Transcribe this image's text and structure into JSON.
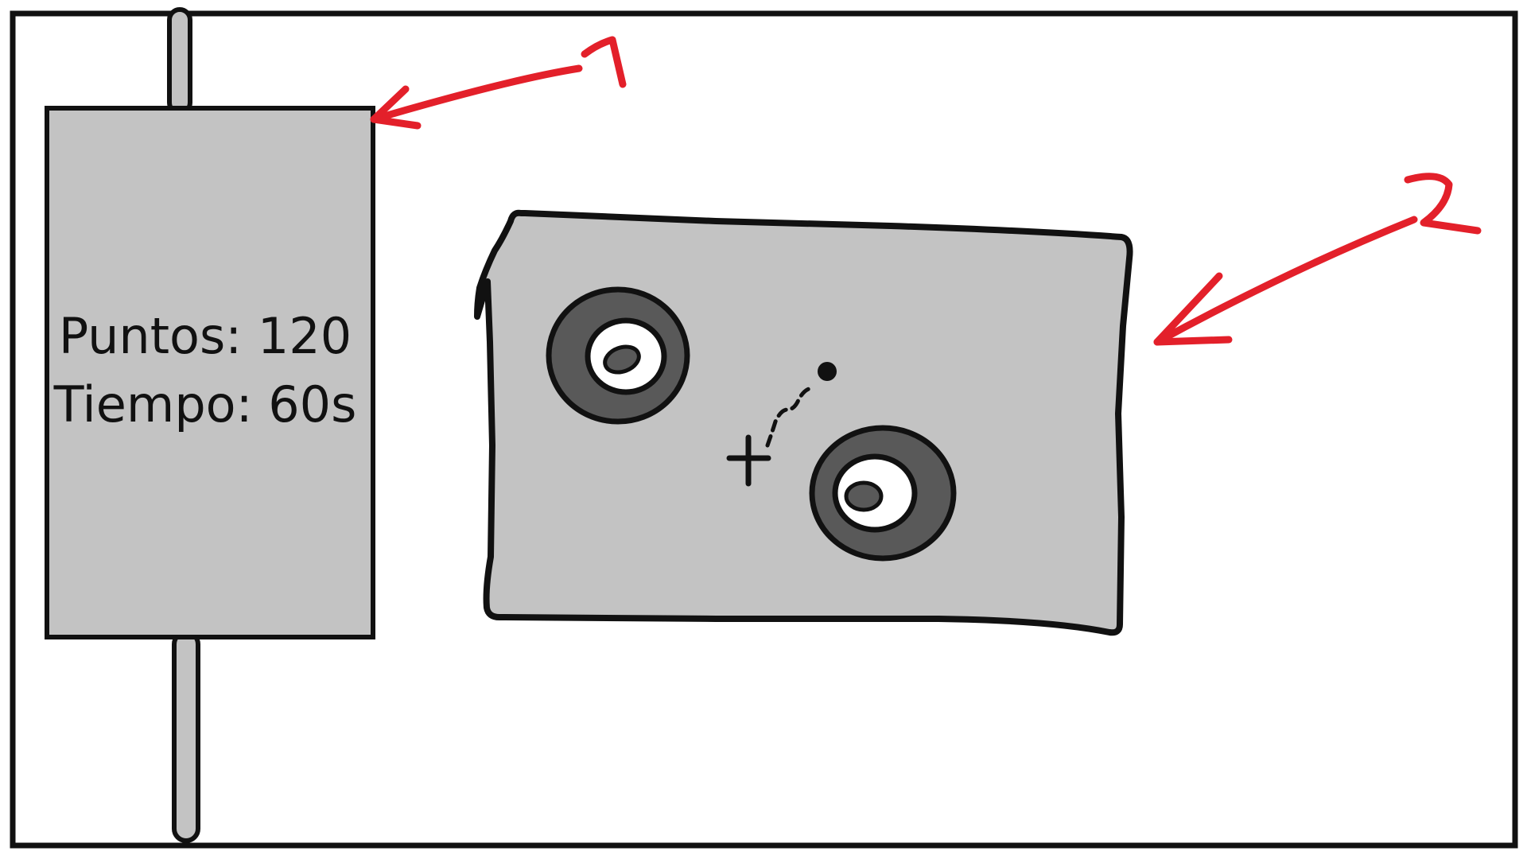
{
  "hud": {
    "score_label": "Puntos: 120",
    "time_label": "Tiempo: 60s"
  },
  "annotations": {
    "marker_1": "1",
    "marker_2": "2"
  },
  "colors": {
    "frame": "#111111",
    "panel_fill": "#c3c3c3",
    "target_outer": "#595959",
    "target_center": "#ffffff",
    "annotation": "#e3202a"
  },
  "icons": {
    "targets": [
      "target-icon",
      "target-icon"
    ],
    "crosshair": "crosshair-icon",
    "projectile": "dot-icon"
  }
}
